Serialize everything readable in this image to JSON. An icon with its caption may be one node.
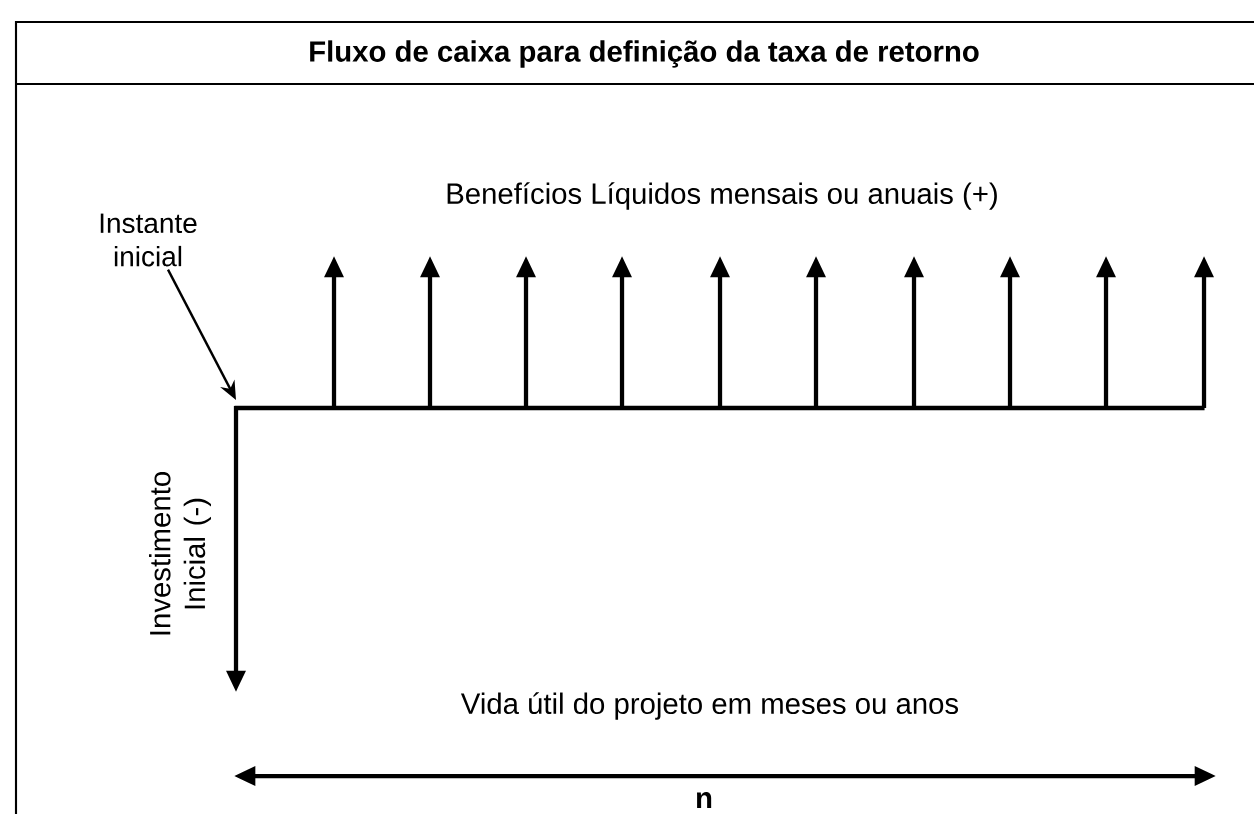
{
  "diagram": {
    "title": "Fluxo de caixa para definição da taxa de retorno",
    "nodes": [
      {
        "text": [
          "Instante inicial"
        ]
      },
      {
        "text": [],
        "shape": "bar"
      }
    ],
    "edges": [
      {
        "from": 0,
        "to": 1,
        "arrow": "to"
      }
    ],
    "labels": [
      "Benefícios Líquidos mensais ou anuais (+)",
      "Investimento Inicial (-)",
      "Vida útil do projeto em meses ou anos",
      "n"
    ]
  }
}
